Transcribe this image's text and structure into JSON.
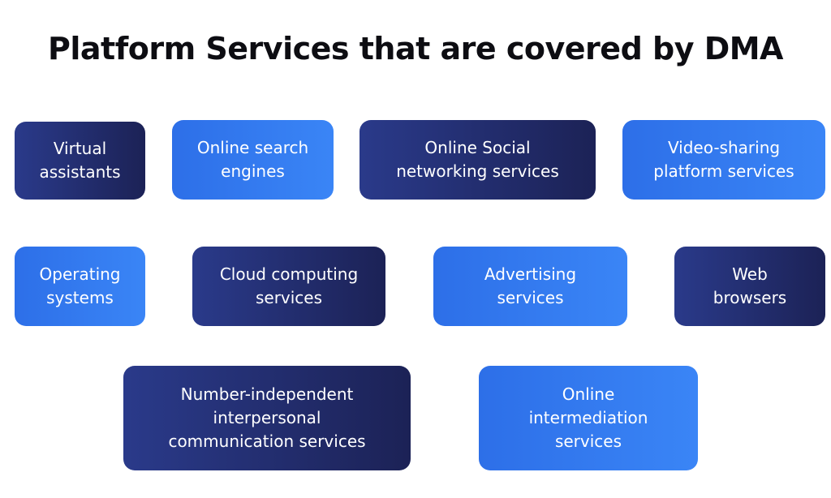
{
  "title": "Platform Services that are covered by DMA",
  "colors": {
    "dark": "#1e2660",
    "light": "#2f78ee",
    "title": "#0d0d12"
  },
  "services": [
    {
      "label": "Virtual\nassistants"
    },
    {
      "label": "Online search\nengines"
    },
    {
      "label": "Online Social\nnetworking services"
    },
    {
      "label": "Video-sharing\nplatform services"
    },
    {
      "label": "Operating\nsystems"
    },
    {
      "label": "Cloud computing\nservices"
    },
    {
      "label": "Advertising\nservices"
    },
    {
      "label": "Web\nbrowsers"
    },
    {
      "label": "Number-independent\ninterpersonal\ncommunication services"
    },
    {
      "label": "Online\nintermediation\nservices"
    }
  ]
}
